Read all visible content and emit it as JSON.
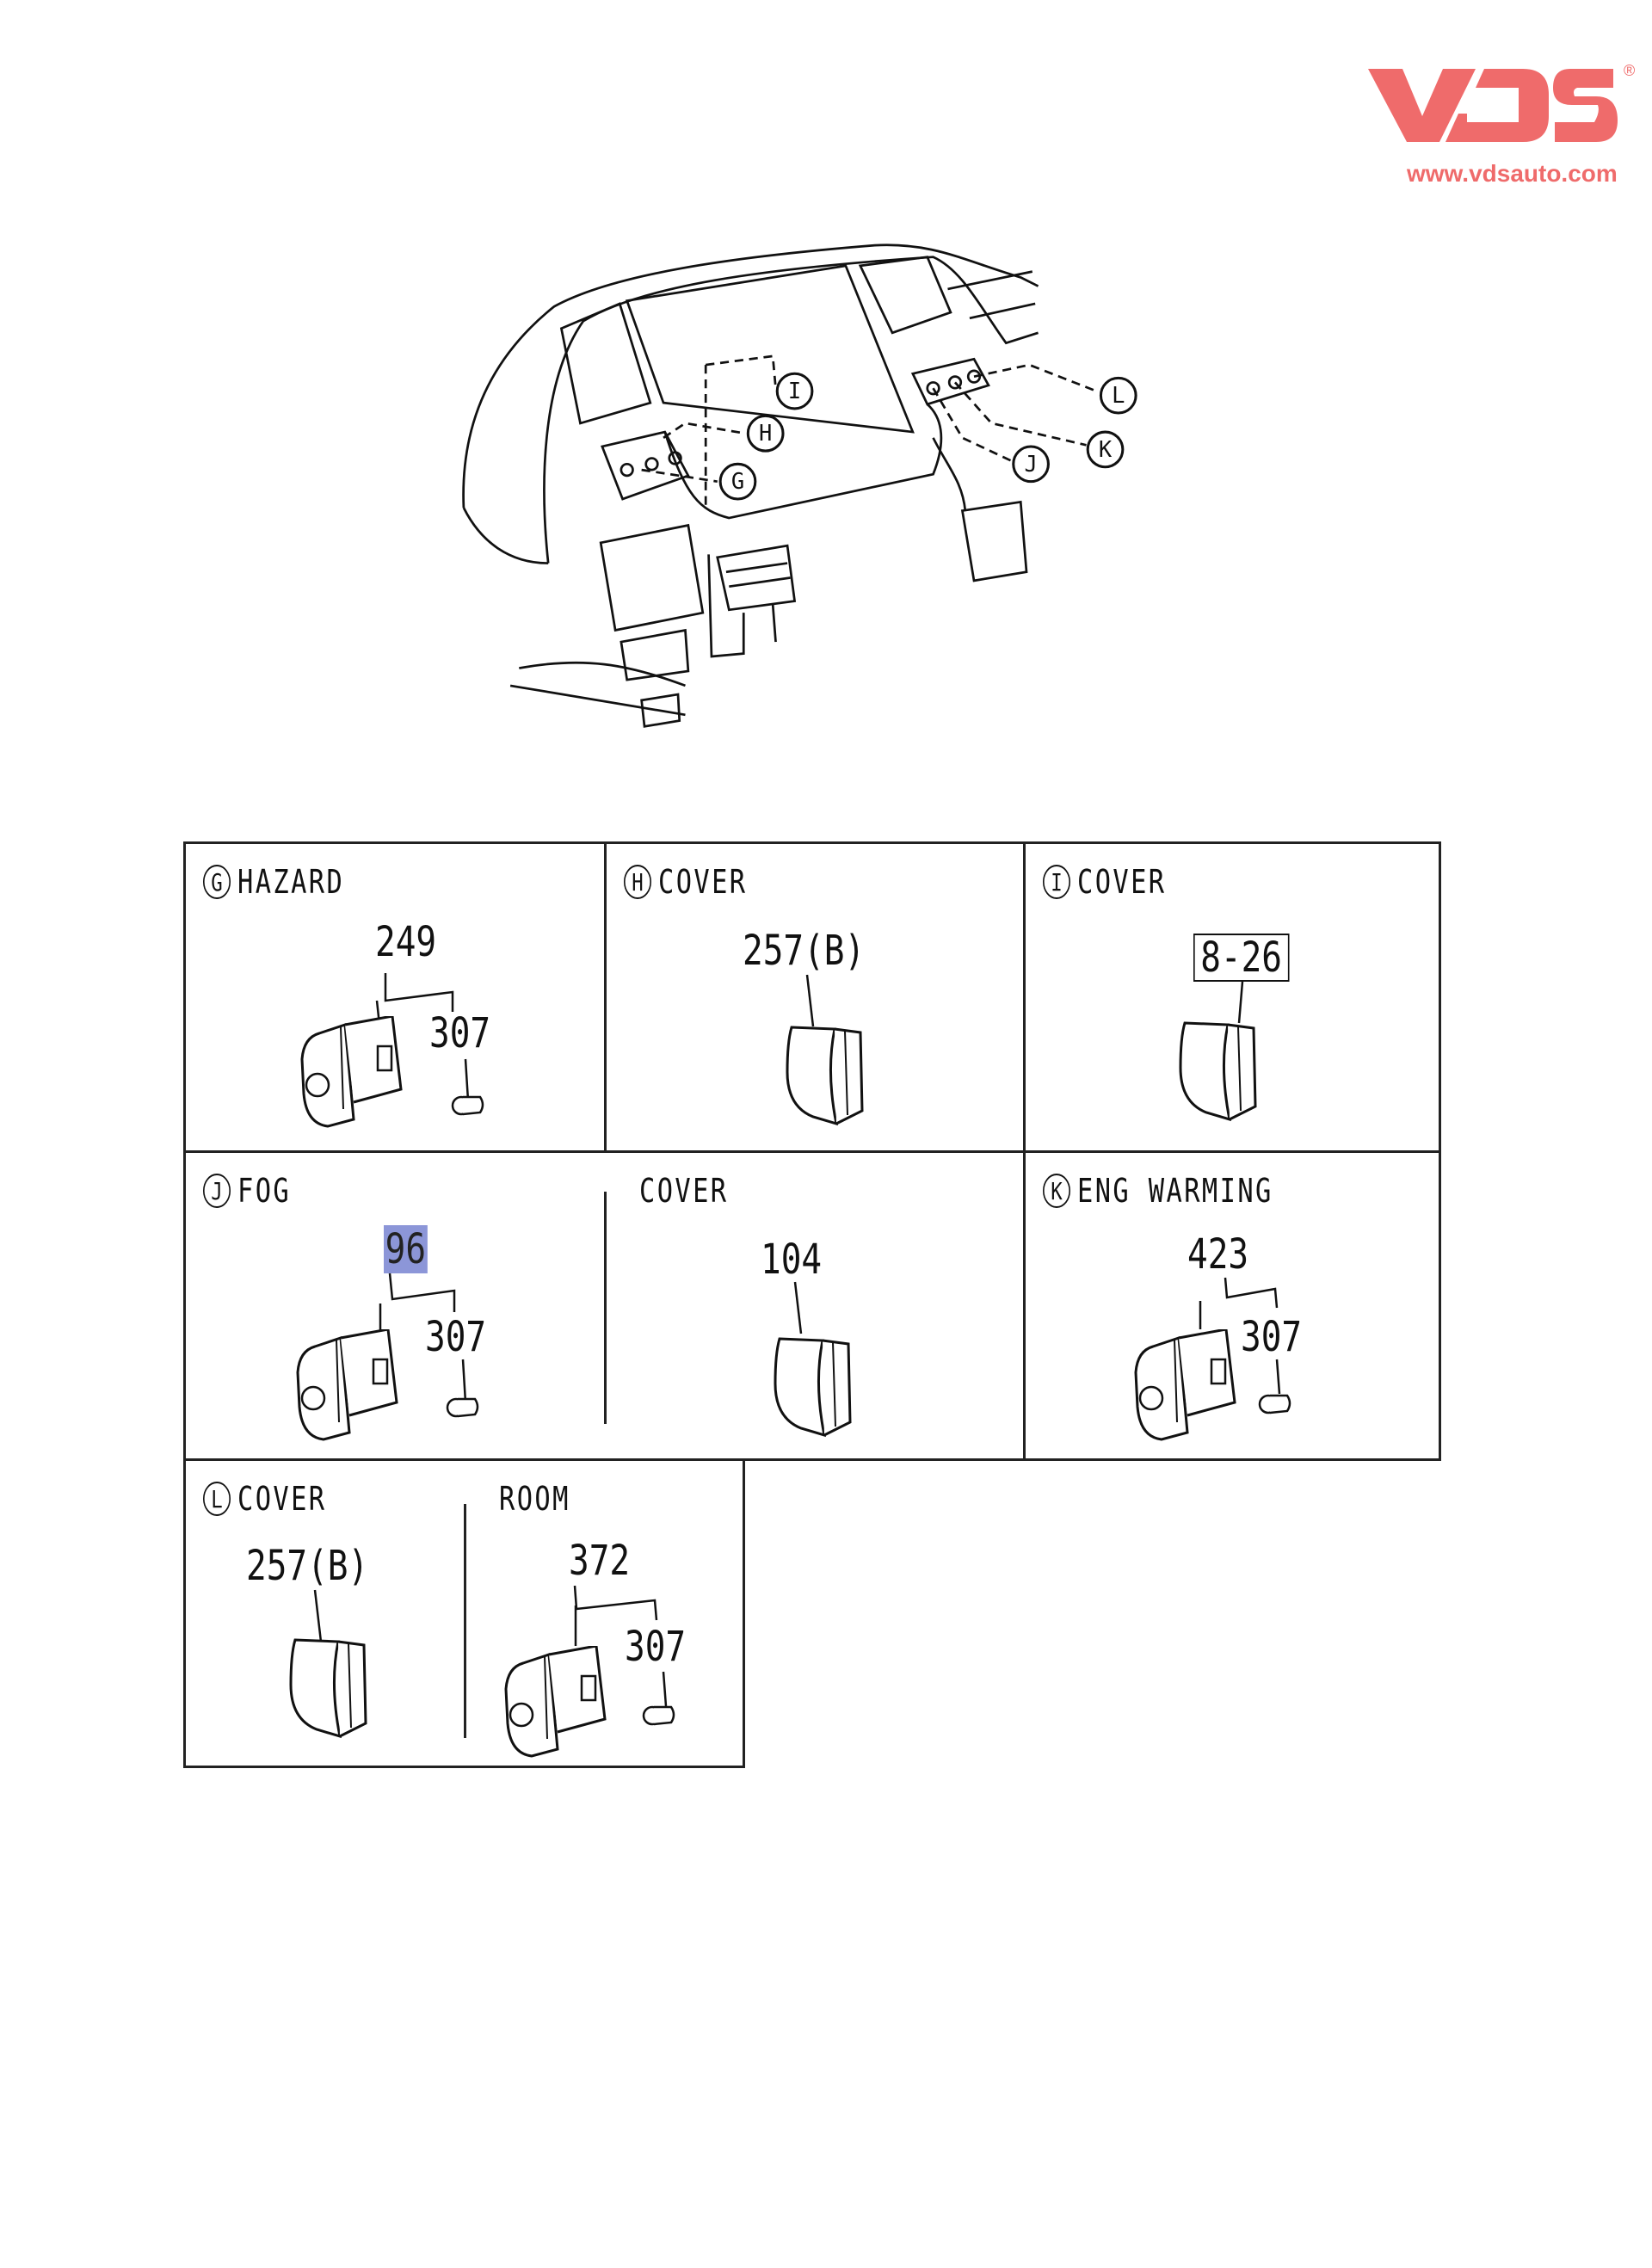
{
  "logo": {
    "brand": "VDS",
    "registered": "®",
    "url": "www.vdsauto.com",
    "color": "#ef6b6b"
  },
  "diagram": {
    "callouts": [
      "G",
      "H",
      "I",
      "J",
      "K",
      "L"
    ]
  },
  "cells": {
    "G": {
      "letter": "G",
      "title": "HAZARD",
      "part": "249",
      "bulb": "307"
    },
    "H": {
      "letter": "H",
      "title": "COVER",
      "part": "257(B)"
    },
    "I": {
      "letter": "I",
      "title": "COVER",
      "ref": "8-26"
    },
    "J": {
      "letter": "J",
      "title": "FOG",
      "part": "96",
      "bulb": "307",
      "cover_title": "COVER",
      "cover_part": "104"
    },
    "K": {
      "letter": "K",
      "title": "ENG WARMING",
      "part": "423",
      "bulb": "307"
    },
    "L": {
      "letter": "L",
      "title": "COVER",
      "part": "257(B)",
      "room_title": "ROOM",
      "room_part": "372",
      "room_bulb": "307"
    }
  }
}
